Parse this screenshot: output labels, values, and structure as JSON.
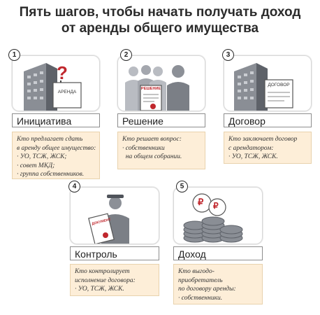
{
  "title_line1": "Пять шагов, чтобы начать получать доход",
  "title_line2": "от аренды общего имущества",
  "steps": [
    {
      "number": "1",
      "label": "Инициатива",
      "icon": "building-question-sign-icon",
      "sign_text": "АРЕНДА",
      "lines": [
        "Кто предлагает сдать",
        "в аренду общее имущество:",
        "· УО, ТСЖ, ЖСК;",
        "· совет МКД;",
        "· группа собственников."
      ]
    },
    {
      "number": "2",
      "label": "Решение",
      "icon": "people-document-icon",
      "sign_text": "РЕШЕНИЕ",
      "lines": [
        "Кто решает вопрос:",
        "· собственники",
        "  на общем собрании."
      ]
    },
    {
      "number": "3",
      "label": "Договор",
      "icon": "building-contract-icon",
      "sign_text": "ДОГОВОР",
      "lines": [
        "Кто заключает договор",
        "с арендатором:",
        "· УО, ТСЖ, ЖСК."
      ]
    },
    {
      "number": "4",
      "label": "Контроль",
      "icon": "inspector-document-icon",
      "sign_text": "ДОКУМЕНТ",
      "lines": [
        "Кто контролирует",
        "исполнение договора:",
        "· УО, ТСЖ, ЖСК."
      ]
    },
    {
      "number": "5",
      "label": "Доход",
      "icon": "coins-ruble-icon",
      "sign_text": "",
      "lines": [
        "Кто выгодо-",
        "приобретатель",
        "по договору аренды:",
        "· собственники."
      ]
    }
  ]
}
